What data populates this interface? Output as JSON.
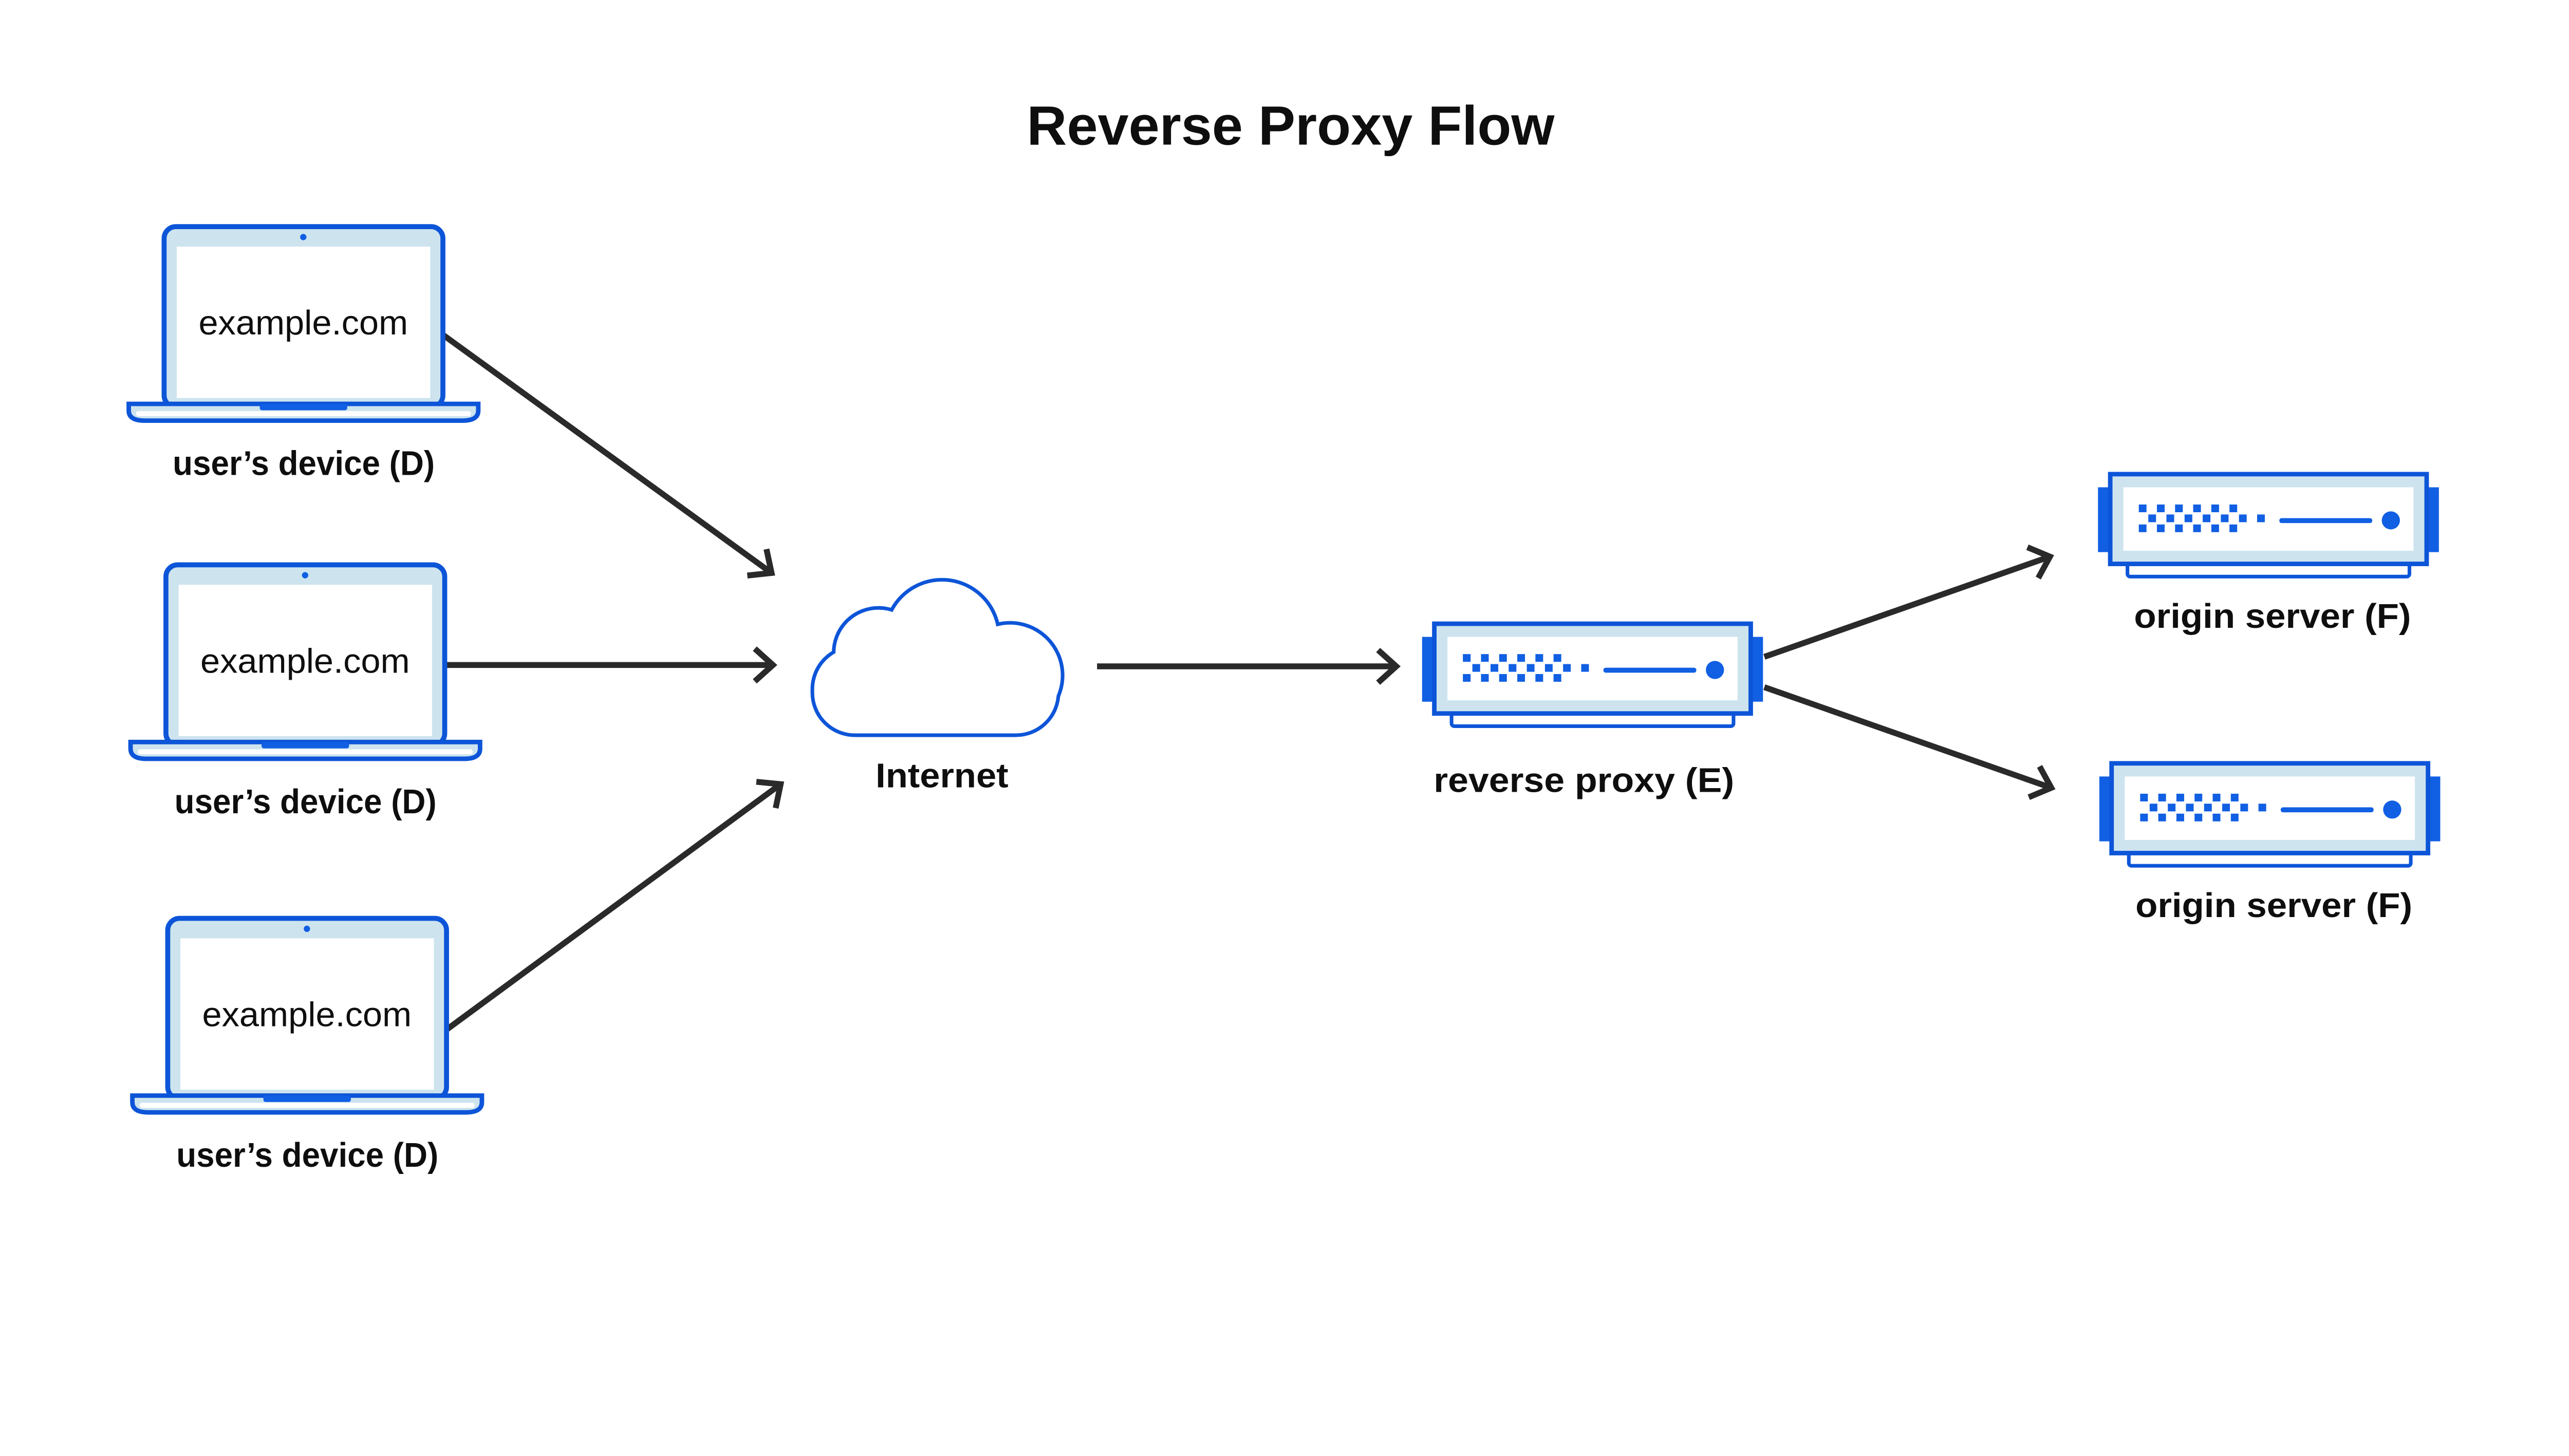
{
  "title": "Reverse Proxy Flow",
  "colors": {
    "primary_blue": "#0D55D8",
    "bright_blue": "#115FE3",
    "light_blue": "#CDE4EF",
    "arrow_dark": "#2A2A2A",
    "ink": "#0E0E0E",
    "bg": "#FFFFFF"
  },
  "nodes": {
    "devices": [
      {
        "screen_text": "example.com",
        "label": "user’s device (D)"
      },
      {
        "screen_text": "example.com",
        "label": "user’s device (D)"
      },
      {
        "screen_text": "example.com",
        "label": "user’s device (D)"
      }
    ],
    "internet": {
      "label": "Internet"
    },
    "reverse_proxy": {
      "label": "reverse proxy (E)"
    },
    "origin_servers": [
      {
        "label": "origin server (F)"
      },
      {
        "label": "origin server (F)"
      }
    ]
  },
  "connections": [
    {
      "from": "user's device (D) #1",
      "to": "Internet"
    },
    {
      "from": "user's device (D) #2",
      "to": "Internet"
    },
    {
      "from": "user's device (D) #3",
      "to": "Internet"
    },
    {
      "from": "Internet",
      "to": "reverse proxy (E)"
    },
    {
      "from": "reverse proxy (E)",
      "to": "origin server (F) #1"
    },
    {
      "from": "reverse proxy (E)",
      "to": "origin server (F) #2"
    }
  ]
}
